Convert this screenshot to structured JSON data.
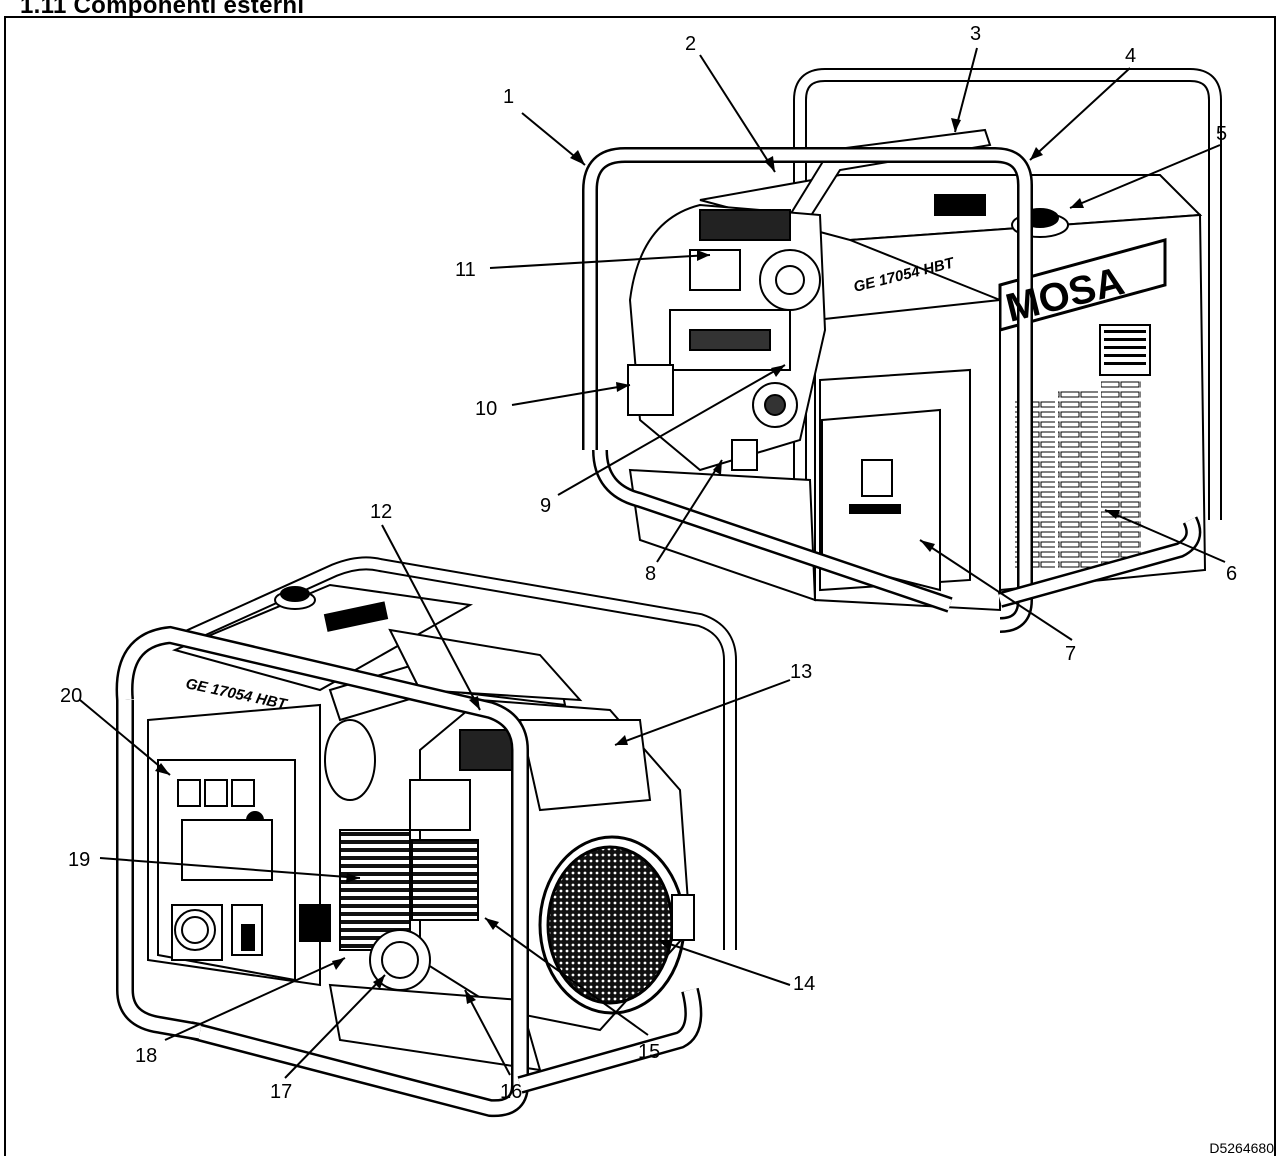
{
  "heading": "1.11 Componenti esterni",
  "drawing_code": "D5264680",
  "brand_logo": "MOSA",
  "model_plate": "GE 17054 HBT",
  "callouts": [
    "1",
    "2",
    "3",
    "4",
    "5",
    "6",
    "7",
    "8",
    "9",
    "10",
    "11",
    "12",
    "13",
    "14",
    "15",
    "16",
    "17",
    "18",
    "19",
    "20"
  ]
}
